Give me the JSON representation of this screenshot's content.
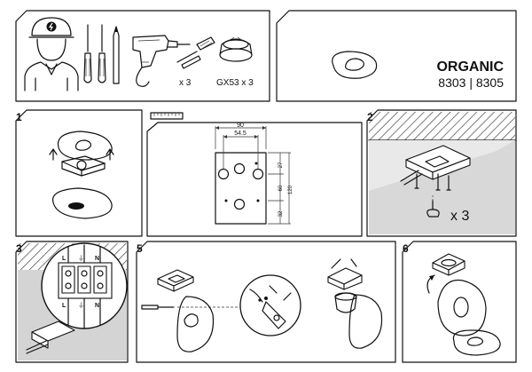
{
  "product": {
    "name": "ORGANIC",
    "models": "8303 | 8305"
  },
  "tools": {
    "screws_count": "x 3",
    "bulb_label": "GX53 x 3"
  },
  "steps": {
    "s1": "1",
    "s2": "2",
    "s3": "3",
    "s5": "5",
    "s6": "6"
  },
  "dimensions": {
    "width_outer": "90",
    "width_inner": "54.5",
    "h_top": "27",
    "h_mid": "60",
    "h_total": "120",
    "h_bottom": "32"
  },
  "step2": {
    "screws_count": "x 3"
  },
  "terminal": {
    "L_top": "L",
    "earth_top": "⏚",
    "N_top": "N",
    "L_bottom": "L",
    "earth_bottom": "⏚",
    "N_bottom": "N"
  },
  "colors": {
    "line": "#111111",
    "hatch": "#555555",
    "wall": "#d4d4d4"
  }
}
